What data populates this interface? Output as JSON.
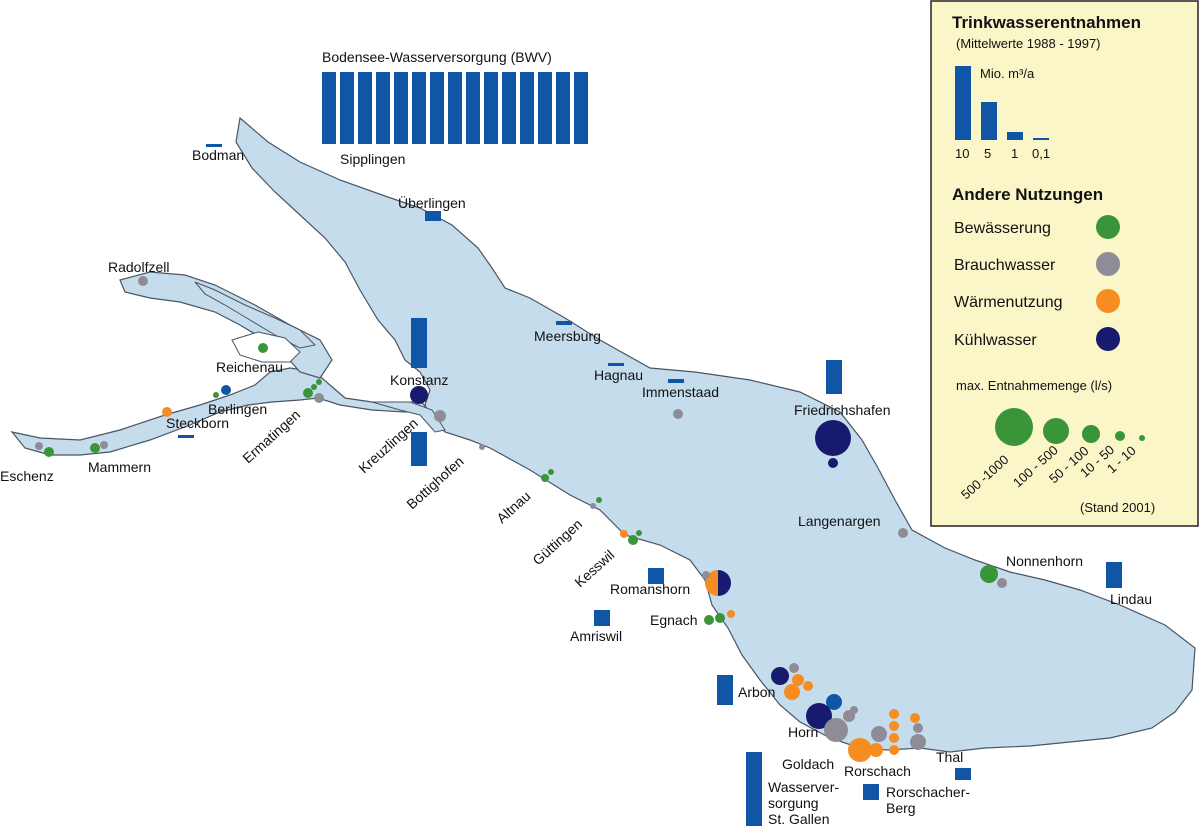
{
  "colors": {
    "water": "#c5dced",
    "shore": "#4a5563",
    "bar": "#1155a6",
    "bewaesserung": "#3a9438",
    "brauchwasser": "#8e8c96",
    "waermenutzung": "#f68d20",
    "kuehlwasser": "#171a6e",
    "legend_bg": "#fbf6c8",
    "legend_border": "#222222"
  },
  "places": {
    "bwv": "Bodensee-Wasserversorgung (BWV)",
    "sipplingen": "Sipplingen",
    "bodman": "Bodman",
    "ueberlingen": "Überlingen",
    "radolfzell": "Radolfzell",
    "reichenau": "Reichenau",
    "berlingen": "Berlingen",
    "steckborn": "Steckborn",
    "ermatingen": "Ermatingen",
    "eschenz": "Eschenz",
    "mammern": "Mammern",
    "konstanz": "Konstanz",
    "kreuzlingen": "Kreuzlingen",
    "bottighofen": "Bottighofen",
    "meersburg": "Meersburg",
    "hagnau": "Hagnau",
    "immenstaad": "Immenstaad",
    "friedrichshafen": "Friedrichshafen",
    "langenargen": "Langenargen",
    "nonnenhorn": "Nonnenhorn",
    "lindau": "Lindau",
    "altnau": "Altnau",
    "guettingen": "Güttingen",
    "kesswil": "Kesswil",
    "romanshorn": "Romanshorn",
    "amriswil": "Amriswil",
    "egnach": "Egnach",
    "arbon": "Arbon",
    "horn": "Horn",
    "goldach": "Goldach",
    "rorschach": "Rorschach",
    "thal": "Thal",
    "wv_stgallen_1": "Wasserver-",
    "wv_stgallen_2": "sorgung",
    "wv_stgallen_3": "St. Gallen",
    "rb_1": "Rorschacher-",
    "rb_2": "Berg"
  },
  "legend": {
    "title": "Trinkwasserentnahmen",
    "subtitle": "(Mittelwerte 1988 - 1997)",
    "unit": "Mio. m³/a",
    "bar_values": [
      "10",
      "5",
      "1",
      "0,1"
    ],
    "other_title": "Andere Nutzungen",
    "uses": [
      "Bewässerung",
      "Brauchwasser",
      "Wärmenutzung",
      "Kühlwasser"
    ],
    "size_title": "max. Entnahmemenge (l/s)",
    "size_classes": [
      "500 -1000",
      "100 - 500",
      "50 - 100",
      "10 - 50",
      "1 - 10"
    ],
    "stand": "(Stand 2001)"
  }
}
